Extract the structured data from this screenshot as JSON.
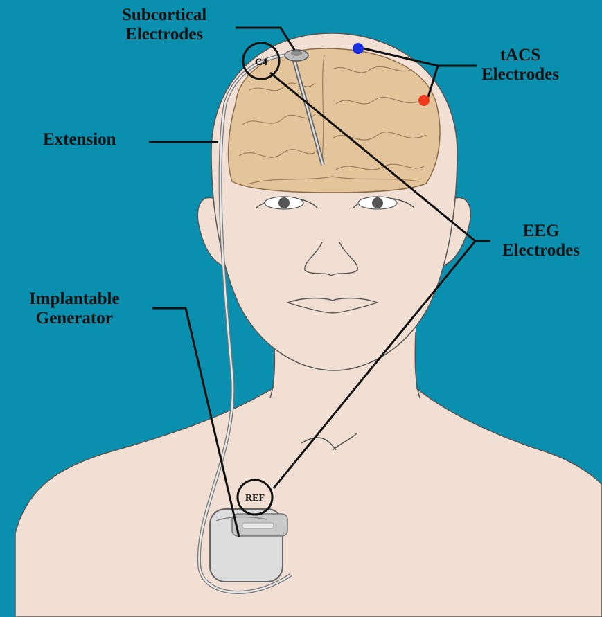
{
  "labels": {
    "subcortical": [
      "Subcortical",
      "Electrodes"
    ],
    "tacs": [
      "tACS",
      "Electrodes"
    ],
    "extension": "Extension",
    "eeg": [
      "EEG",
      "Electrodes"
    ],
    "generator": [
      "Implantable",
      "Generator"
    ]
  },
  "markers": {
    "c4": "C4",
    "ref": "REF"
  },
  "colors": {
    "background": "#0a8fae",
    "skin": "#f1dfd3",
    "brain": "#e3c49b",
    "tacs_electrode_1": "#1a2fe0",
    "tacs_electrode_2": "#ee3a1e"
  }
}
